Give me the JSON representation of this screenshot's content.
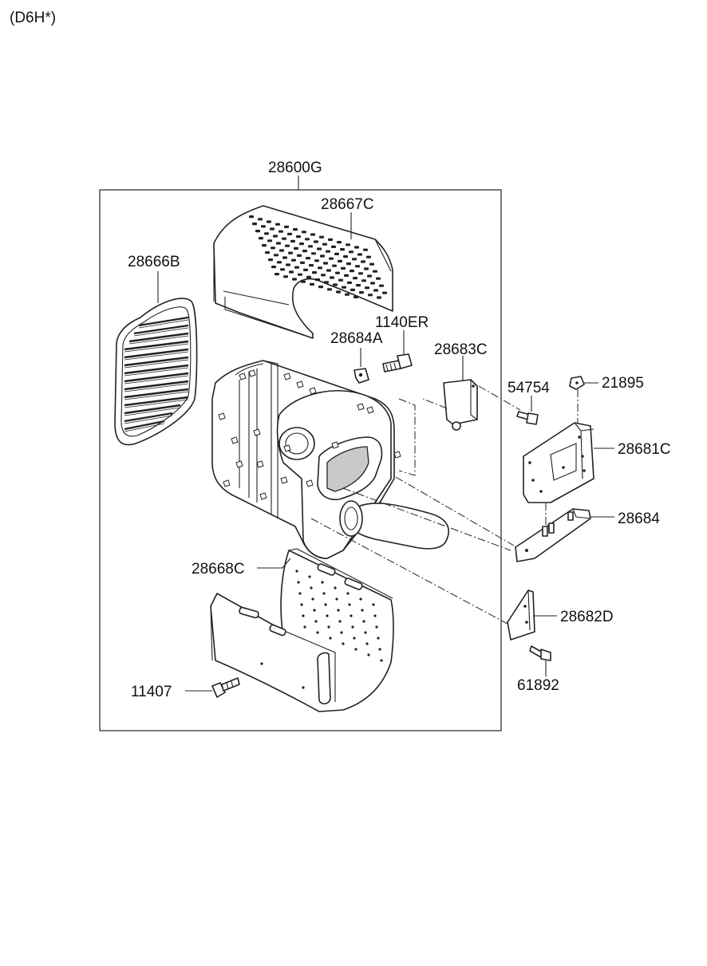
{
  "header": {
    "variant": "(D6H*)"
  },
  "callouts": {
    "assembly": "28600G",
    "top_cover": "28667C",
    "side_cover": "28666B",
    "clamp": "28684A",
    "bolt_top": "1140ER",
    "bracket_small": "28683C",
    "bolt_54754": "54754",
    "nut": "21895",
    "plate_bracket": "28681C",
    "lower_bracket": "28684",
    "bottom_cover": "28668C",
    "angle_bracket": "28682D",
    "bolt_61892": "61892",
    "screw_bottom": "11407"
  },
  "icons": {
    "top_cover": "perforated-heat-shield-icon",
    "side_cover": "grille-cover-icon",
    "muffler": "muffler-body-icon",
    "bottom_cover": "lower-heat-shield-icon",
    "bolts": "bolt-icon",
    "nut": "nut-icon",
    "brackets": "bracket-icon"
  },
  "colors": {
    "line": "#222222",
    "background": "#ffffff"
  }
}
